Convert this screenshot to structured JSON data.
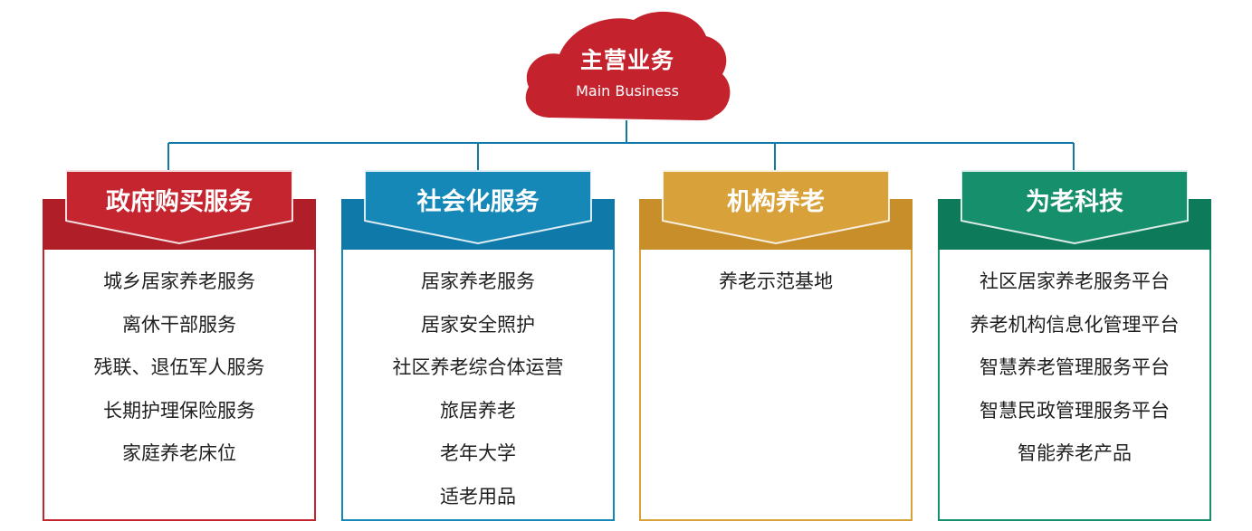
{
  "root": {
    "title": "主营业务",
    "subtitle": "Main Business",
    "color": "#c4232e"
  },
  "connector_color": "#0f7aa6",
  "categories": [
    {
      "title": "政府购买服务",
      "color": "#c4252e",
      "items": [
        "城乡居家养老服务",
        "离休干部服务",
        "残联、退伍军人服务",
        "长期护理保险服务",
        "家庭养老床位"
      ]
    },
    {
      "title": "社会化服务",
      "color": "#1688b8",
      "items": [
        "居家养老服务",
        "居家安全照护",
        "社区养老综合体运营",
        "旅居养老",
        "老年大学",
        "适老用品"
      ]
    },
    {
      "title": "机构养老",
      "color": "#d8a13a",
      "items": [
        "养老示范基地"
      ]
    },
    {
      "title": "为老科技",
      "color": "#16906c",
      "items": [
        "社区居家养老服务平台",
        "养老机构信息化管理平台",
        "智慧养老管理服务平台",
        "智慧民政管理服务平台",
        "智能养老产品"
      ]
    }
  ]
}
